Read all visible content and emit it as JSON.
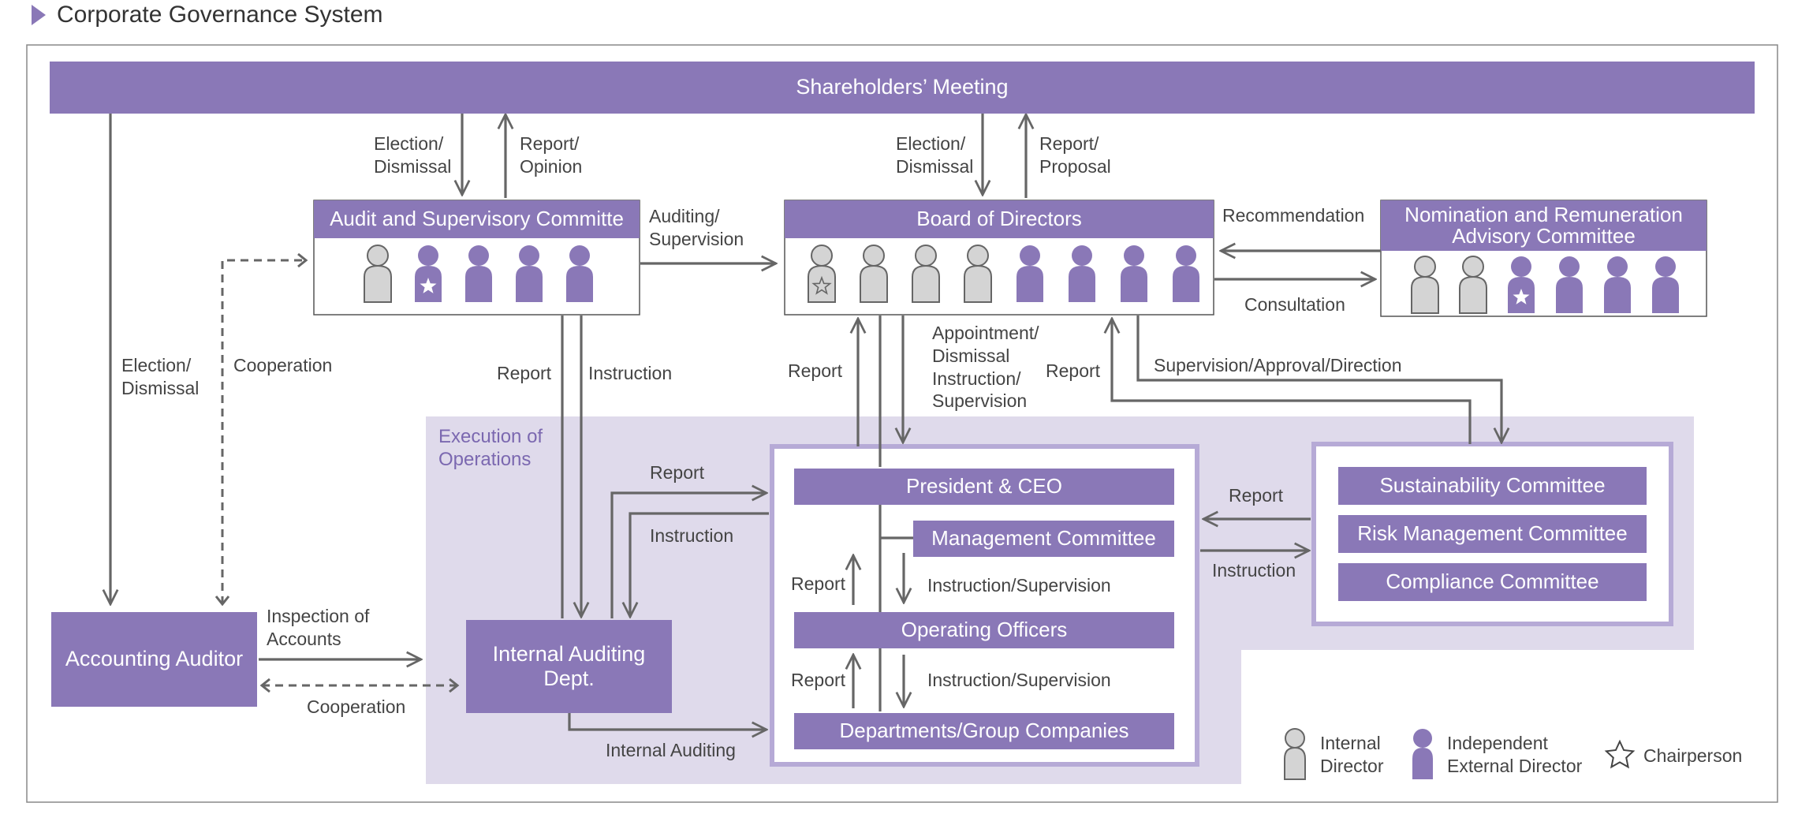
{
  "page": {
    "title": "Corporate Governance System"
  },
  "colors": {
    "accent": "#8a78b7",
    "exec_area": "#dfdaeb",
    "internal_person": "#d4d4d4",
    "external_person": "#8a78b7",
    "arrow": "#666666"
  },
  "nodes": {
    "shareholders": "Shareholders’ Meeting",
    "audit_committee": "Audit and Supervisory Committe",
    "board": "Board of Directors",
    "nomination": "Nomination and Remuneration\nAdvisory Committee",
    "accounting_auditor": "Accounting Auditor",
    "internal_audit": "Internal Auditing\nDept.",
    "president": "President & CEO",
    "management": "Management Committee",
    "operating_officers": "Operating Officers",
    "departments": "Departments/Group Companies",
    "sustainability": "Sustainability Committee",
    "risk": "Risk Management Committee",
    "compliance": "Compliance Committee"
  },
  "area_labels": {
    "execution": "Execution of\nOperations"
  },
  "edge_labels": {
    "election_dismissal_1": "Election/\nDismissal",
    "report_opinion": "Report/\nOpinion",
    "election_dismissal_2": "Election/\nDismissal",
    "report_proposal": "Report/\nProposal",
    "auditing_supervision": "Auditing/\nSupervision",
    "recommendation": "Recommendation",
    "consultation": "Consultation",
    "election_dismissal_3": "Election/\nDismissal",
    "cooperation_1": "Cooperation",
    "report_1": "Report",
    "instruction_1": "Instruction",
    "report_2": "Report",
    "appointment": "Appointment/\nDismissal\nInstruction/\nSupervision",
    "report_3": "Report",
    "supervision_approval": "Supervision/Approval/Direction",
    "report_4": "Report",
    "instruction_2": "Instruction",
    "inspection": "Inspection of\nAccounts",
    "cooperation_2": "Cooperation",
    "internal_auditing": "Internal Auditing",
    "report_5": "Report",
    "instruction_supervision_1": "Instruction/Supervision",
    "report_6": "Report",
    "instruction_supervision_2": "Instruction/Supervision",
    "report_7": "Report",
    "instruction_3": "Instruction"
  },
  "composition": {
    "audit_committee": [
      "internal",
      "external-chair",
      "external",
      "external",
      "external"
    ],
    "board": [
      "internal-chair",
      "internal",
      "internal",
      "internal",
      "external",
      "external",
      "external",
      "external"
    ],
    "nomination": [
      "internal",
      "internal",
      "external-chair",
      "external",
      "external",
      "external"
    ]
  },
  "legend": {
    "internal": "Internal\nDirector",
    "external": "Independent\nExternal Director",
    "chair": "Chairperson"
  }
}
